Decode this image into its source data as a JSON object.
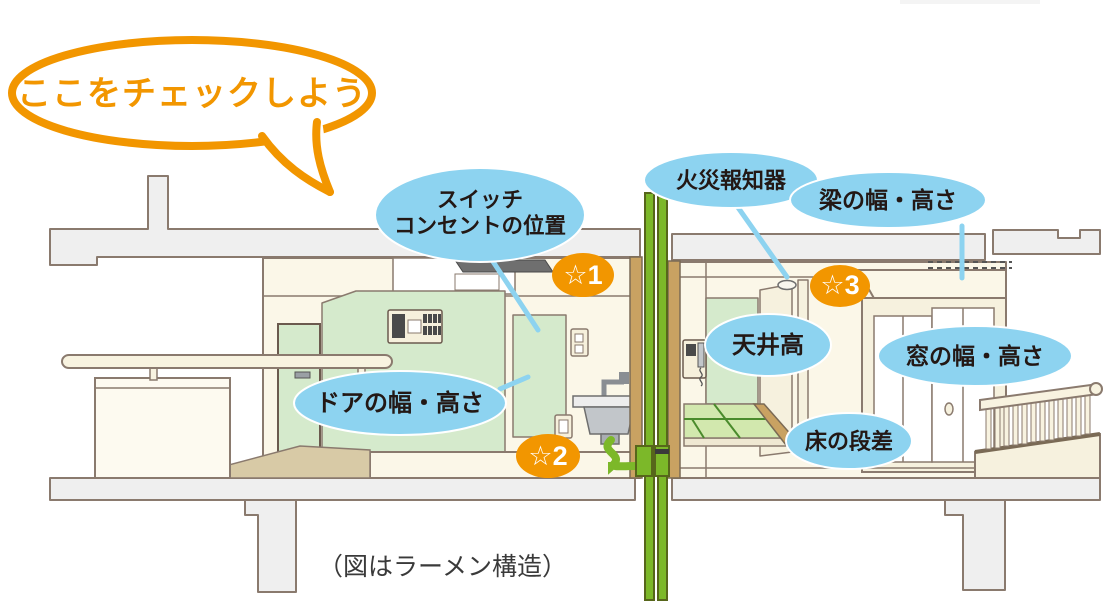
{
  "illustration": {
    "title_bubble": {
      "text": "ここをチェックしよう"
    },
    "caption": "（図はラーメン構造）",
    "checkpoints": [
      {
        "id": "switch-outlet-position",
        "line1": "スイッチ",
        "line2": "コンセントの位置"
      },
      {
        "id": "fire-alarm",
        "text": "火災報知器"
      },
      {
        "id": "beam-width-height",
        "text": "梁の幅・高さ"
      },
      {
        "id": "ceiling-height",
        "text": "天井高"
      },
      {
        "id": "window-width-height",
        "text": "窓の幅・高さ"
      },
      {
        "id": "door-width-height",
        "text": "ドアの幅・高さ"
      },
      {
        "id": "floor-step",
        "text": "床の段差"
      }
    ],
    "badges": [
      {
        "label": "☆1"
      },
      {
        "label": "☆2"
      },
      {
        "label": "☆3"
      }
    ],
    "colors": {
      "accent_orange": "#F29600",
      "label_blue": "#8DD3F0",
      "text_dark": "#231815",
      "wall_green": "#D5EACC",
      "wall_cream": "#FBF7E8",
      "concrete_gray": "#EFEFEF",
      "outline_brown": "#8A7A6E",
      "pipe_green": "#7CB829",
      "wood_tan": "#C9A262",
      "tatami_green": "#D2E8AE",
      "floor_tan": "#D8CAA6"
    }
  }
}
